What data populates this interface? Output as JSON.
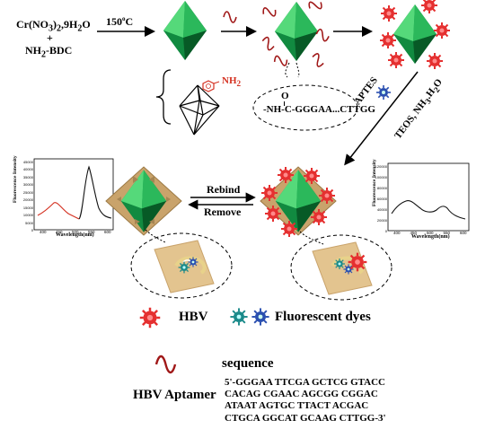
{
  "reagents": {
    "metal_salt": "Cr(NO",
    "metal_salt_sub1": "3",
    "metal_salt_mid": ")",
    "metal_salt_sub2": "2",
    "metal_salt_tail": ",9H",
    "metal_salt_sub3": "2",
    "metal_salt_end": "O",
    "plus": "+",
    "linker": "NH",
    "linker_sub": "2",
    "linker_tail": "-BDC"
  },
  "steps": {
    "temperature": "150",
    "temperature_sup": "o",
    "temperature_unit": "C",
    "silica": "APTES",
    "silica2_a": "TEOS, NH",
    "silica2_sub1": "3",
    "silica2_b": ".H",
    "silica2_sub2": "2",
    "silica2_c": "O",
    "rebind": "Rebind",
    "remove": "Remove"
  },
  "structure": {
    "amine_label": "NH",
    "amine_sub": "2",
    "amide_o": "O",
    "amide_chain": "-NH-C-GGGAA...CTTGG"
  },
  "plots": {
    "left": {
      "ylabel": "Fluorescence Intensity",
      "xlabel": "Wavelength(nm)",
      "xticks": [
        "400",
        "450",
        "500",
        "550",
        "600"
      ],
      "yticks": [
        "0",
        "5000",
        "10000",
        "15000",
        "20000",
        "25000",
        "30000",
        "35000",
        "40000",
        "45000"
      ]
    },
    "right": {
      "ylabel": "Fluorescence Intensity",
      "xlabel": "Wavelength(nm)",
      "xticks": [
        "400",
        "450",
        "500",
        "550",
        "600"
      ],
      "yticks": [
        "0",
        "20000",
        "40000",
        "60000",
        "80000",
        "100000",
        "120000"
      ]
    }
  },
  "legend": {
    "hbv": "HBV",
    "dyes": "Fluorescent dyes",
    "sequence": "sequence",
    "aptamer": "HBV Aptamer"
  },
  "aptamer_sequence": [
    "5'-GGGAA TTCGA GCTCG GTACC",
    "CACAG CGAAC AGCGG CGGAC",
    "ATAAT AGTGC TTACT ACGAC",
    "CTGCA GGCAT GCAAG CTTGG-3'"
  ],
  "colors": {
    "octahedron_light": "#3fcf6a",
    "octahedron_dark": "#0b7a36",
    "shell": "#c9a36b",
    "virus": "#e53030",
    "dye_teal": "#1a8a8a",
    "dye_blue": "#2a4fb0",
    "aptamer": "#a01818",
    "curve_red": "#d43020"
  }
}
